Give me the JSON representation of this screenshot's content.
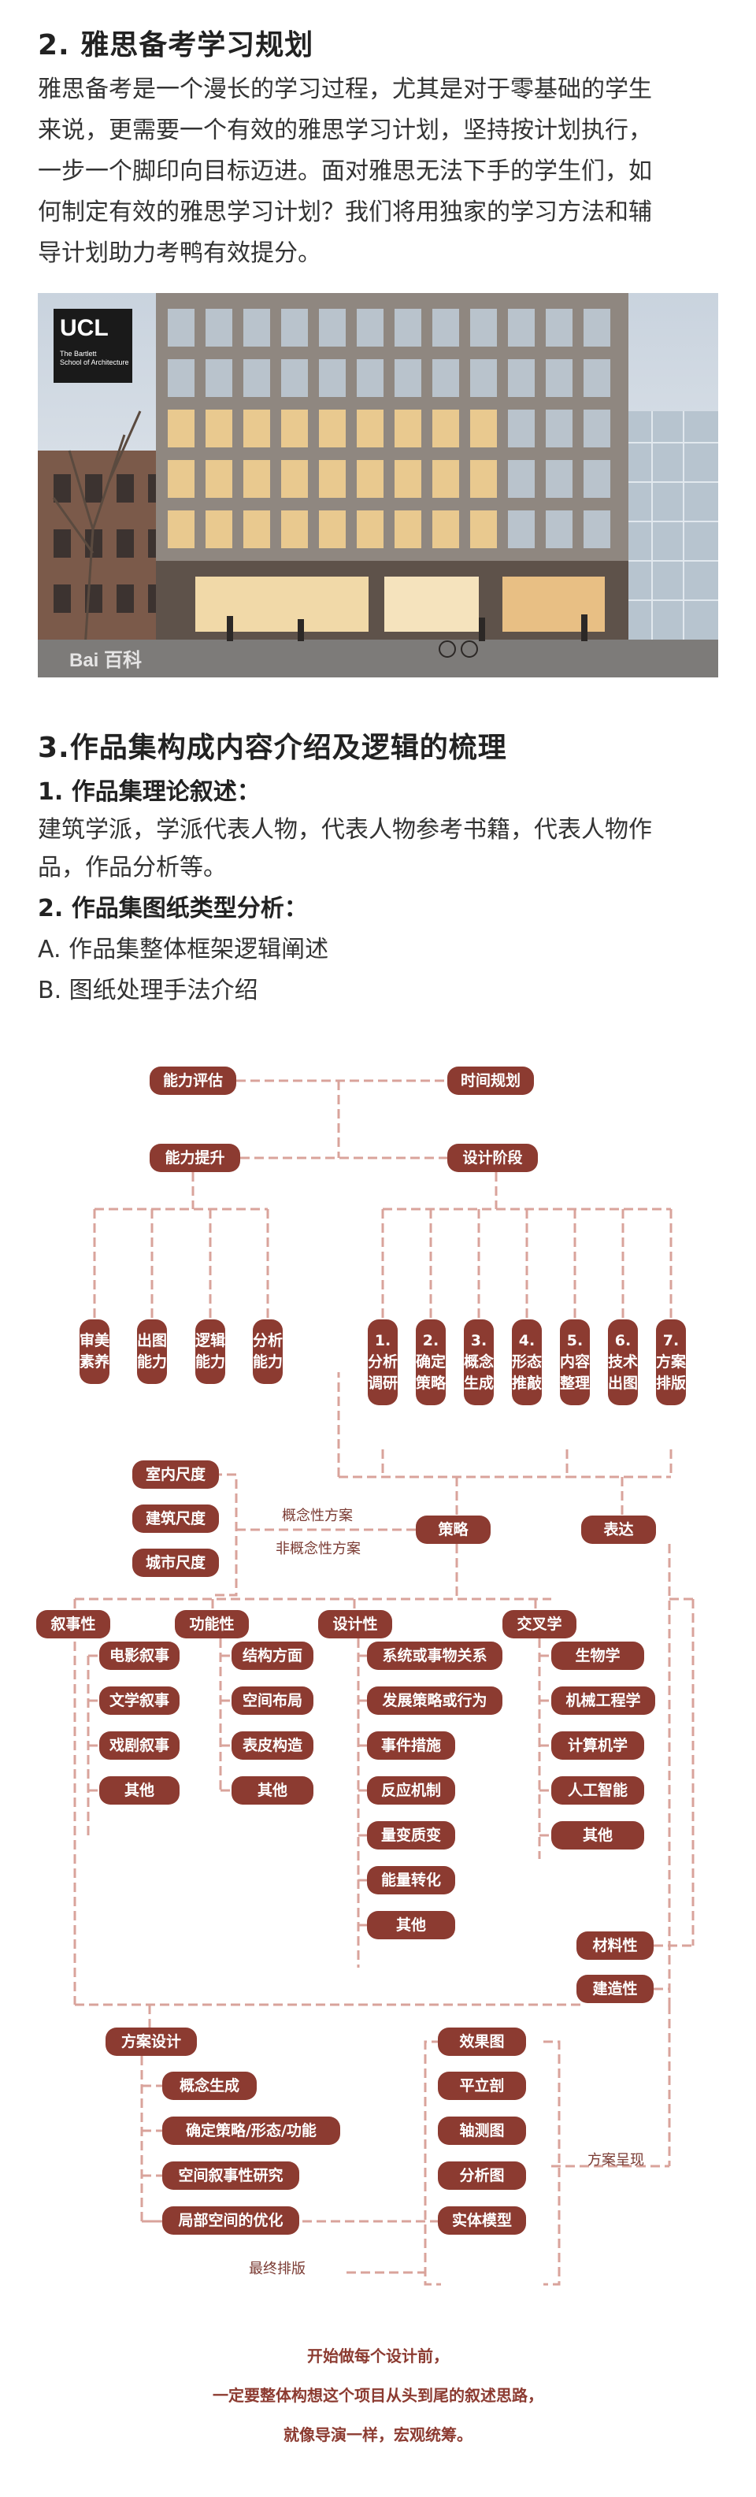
{
  "section2": {
    "heading": "2. 雅思备考学习规划",
    "paragraph_lines": [
      "雅思备考是一个漫长的学习过程，尤其是对于零基础的学生",
      "来说，更需要一个有效的雅思学习计划，坚持按计划执行，",
      "一步一个脚印向目标迈进。面对雅思无法下手的学生们，如",
      "何制定有效的雅思学习计划？我们将用独家的学习方法和辅",
      "导计划助力考鸭有效提分。"
    ],
    "photo": {
      "logo_text": "UCL",
      "logo_sub_line1": "The Bartlett",
      "logo_sub_line2": "School of Architecture",
      "watermark": "Bai 百科"
    }
  },
  "section3": {
    "heading": "3.作品集构成内容介绍及逻辑的梳理",
    "sub1": "1. 作品集理论叙述：",
    "sub1_lines": [
      "建筑学派，学派代表人物，代表人物参考书籍，代表人物作",
      "品，作品分析等。"
    ],
    "sub2": "2. 作品集图纸类型分析：",
    "item_a": "A. 作品集整体框架逻辑阐述",
    "item_b": "B. 图纸处理手法介绍"
  },
  "diagram": {
    "top": {
      "ability_eval": "能力评估",
      "time_plan": "时间规划",
      "ability_up": "能力提升",
      "design_stage": "设计阶段"
    },
    "abilities": [
      "审美素养",
      "出图能力",
      "逻辑能力",
      "分析能力"
    ],
    "stages": [
      "1.分析调研",
      "2.确定策略",
      "3.概念生成",
      "4.形态推敲",
      "5.内容整理",
      "6.技术出图",
      "7.方案排版"
    ],
    "scales": [
      "室内尺度",
      "建筑尺度",
      "城市尺度"
    ],
    "labels": {
      "concept": "概念性方案",
      "non_concept": "非概念性方案",
      "scheme_present": "方案呈现",
      "final_layout": "最终排版"
    },
    "strategy": "策略",
    "expression": "表达",
    "narrative": {
      "title": "叙事性",
      "items": [
        "电影叙事",
        "文学叙事",
        "戏剧叙事",
        "其他"
      ]
    },
    "functional": {
      "title": "功能性",
      "items": [
        "结构方面",
        "空间布局",
        "表皮构造",
        "其他"
      ]
    },
    "design": {
      "title": "设计性",
      "items": [
        "系统或事物关系",
        "发展策略或行为",
        "事件措施",
        "反应机制",
        "量变质变",
        "能量转化",
        "其他"
      ]
    },
    "cross": {
      "title": "交叉学",
      "items": [
        "生物学",
        "机械工程学",
        "计算机学",
        "人工智能",
        "其他"
      ]
    },
    "material": "材料性",
    "constructive": "建造性",
    "scheme": {
      "title": "方案设计",
      "items": [
        "概念生成",
        "确定策略/形态/功能",
        "空间叙事性研究",
        "局部空间的优化"
      ]
    },
    "drawings": [
      "效果图",
      "平立剖",
      "轴测图",
      "分析图",
      "实体模型"
    ],
    "closing": [
      "开始做每个设计前，",
      "一定要整体构想这个项目从头到尾的叙述思路，",
      "就像导演一样，宏观统筹。"
    ]
  },
  "colors": {
    "box": "#8c3b31",
    "line": "#d9a39b",
    "label": "#7a3a32"
  }
}
